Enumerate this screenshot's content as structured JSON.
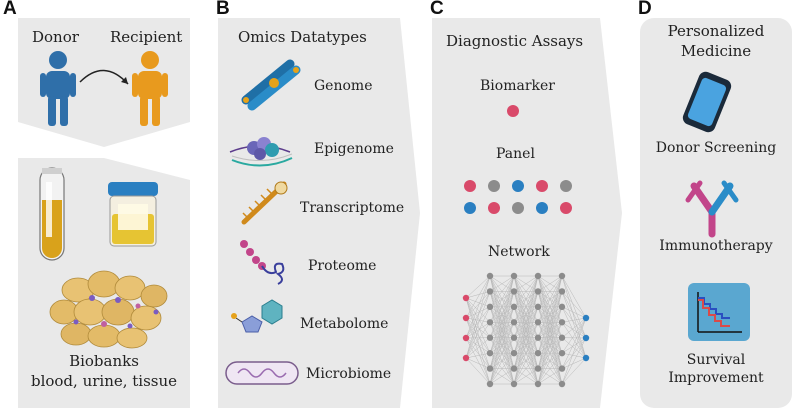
{
  "panels": {
    "a": {
      "letter": "A",
      "donor": "Donor",
      "recipient": "Recipient",
      "biobanks_title": "Biobanks",
      "biobanks_sub": "blood, urine, tissue"
    },
    "b": {
      "letter": "B",
      "title": "Omics Datatypes",
      "items": [
        {
          "label": "Genome",
          "icon": "chromosome-icon"
        },
        {
          "label": "Epigenome",
          "icon": "nucleosome-icon"
        },
        {
          "label": "Transcriptome",
          "icon": "rna-icon"
        },
        {
          "label": "Proteome",
          "icon": "protein-icon"
        },
        {
          "label": "Metabolome",
          "icon": "metabolite-icon"
        },
        {
          "label": "Microbiome",
          "icon": "bacterium-icon"
        }
      ]
    },
    "c": {
      "letter": "C",
      "title": "Diagnostic Assays",
      "biomarker": "Biomarker",
      "panel": "Panel",
      "network": "Network"
    },
    "d": {
      "letter": "D",
      "title_line1": "Personalized",
      "title_line2": "Medicine",
      "donor_screening": "Donor Screening",
      "immunotherapy": "Immunotherapy",
      "survival_line1": "Survival",
      "survival_line2": "Improvement"
    }
  },
  "colors": {
    "panel_bg": "#e9e9e9",
    "donor": "#2f6fa9",
    "recipient": "#e89a1e",
    "dot_red": "#d94a6a",
    "dot_blue": "#2a7fc1",
    "dot_gray": "#8c8c8c",
    "antibody_pink": "#c2458a",
    "antibody_blue": "#2a8cc8"
  }
}
